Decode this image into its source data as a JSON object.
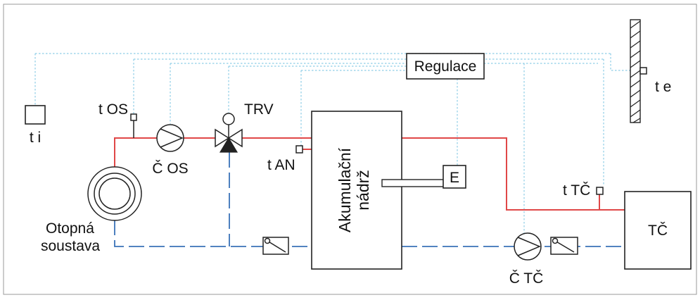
{
  "labels": {
    "regulace": "Regulace",
    "te": "t e",
    "ti": "t i",
    "tos": "t OS",
    "cos": "Č OS",
    "trv": "TRV",
    "tan": "t AN",
    "tank_line1": "Akumulační",
    "tank_line2": "nádrž",
    "e": "E",
    "ttc": "t TČ",
    "tc": "TČ",
    "ctc": "Č TČ",
    "otopna": "Otopná",
    "soustava": "soustava"
  },
  "colors": {
    "supply_pipe": "#e04848",
    "return_pipe": "#3a72b8",
    "signal_line": "#8ecde6",
    "outline": "#222222"
  }
}
